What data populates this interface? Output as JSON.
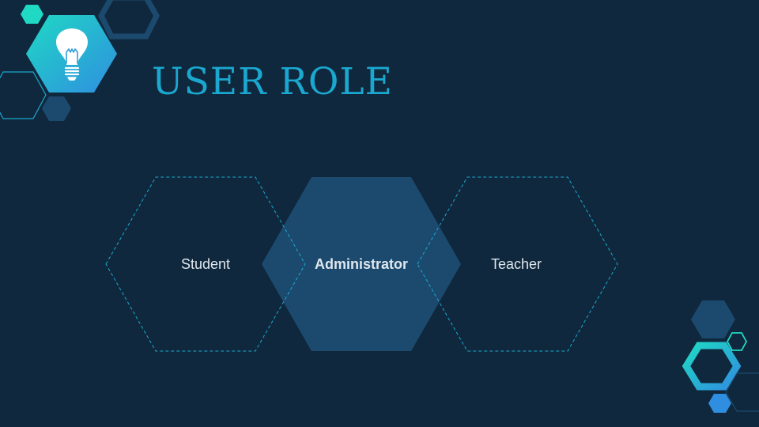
{
  "slide": {
    "title": "USER ROLE",
    "decoration_icon": "lightbulb-icon"
  },
  "roles": [
    {
      "label": "Student",
      "style": "dashed-outline"
    },
    {
      "label": "Administrator",
      "style": "filled",
      "emphasis": "bold"
    },
    {
      "label": "Teacher",
      "style": "dashed-outline"
    }
  ],
  "colors": {
    "background": "#10283d",
    "title": "#1aa8d0",
    "accent_teal": "#1fd9c4",
    "accent_blue": "#2f8ee0",
    "hex_fill": "#1c4a6e",
    "dashed_outline": "#1aa8d0",
    "label_text": "#dfe7ee"
  }
}
